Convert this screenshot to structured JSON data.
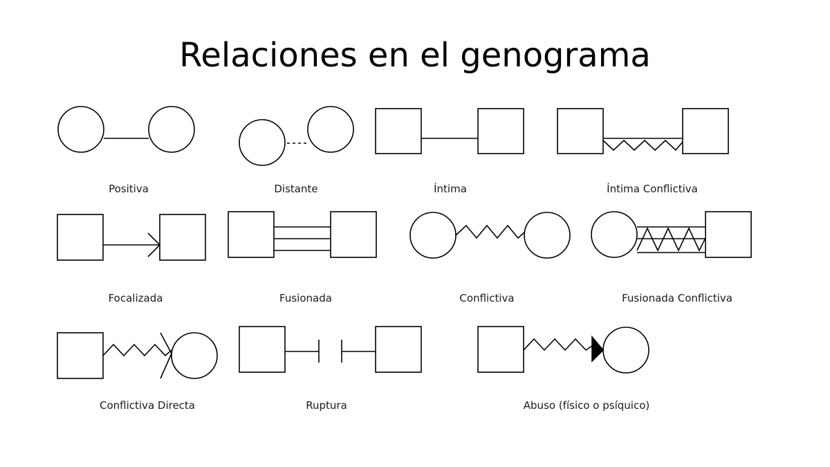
{
  "title": "Relaciones en el genograma",
  "relations": [
    {
      "id": "positiva",
      "label": "Positiva"
    },
    {
      "id": "distante",
      "label": "Distante"
    },
    {
      "id": "intima",
      "label": "Íntima"
    },
    {
      "id": "intima-conflictiva",
      "label": "Íntima Conflictiva"
    },
    {
      "id": "focalizada",
      "label": "Focalizada"
    },
    {
      "id": "fusionada",
      "label": "Fusionada"
    },
    {
      "id": "conflictiva",
      "label": "Conflictiva"
    },
    {
      "id": "fusionada-conflictiva",
      "label": "Fusionada Conflictiva"
    },
    {
      "id": "conflictiva-directa",
      "label": "Conflictiva Directa"
    },
    {
      "id": "ruptura",
      "label": "Ruptura"
    },
    {
      "id": "abuso",
      "label": "Abuso (físico o psíquico)"
    }
  ],
  "colors": {
    "stroke": "#000000",
    "background": "#ffffff",
    "text": "#1a1a1a"
  }
}
